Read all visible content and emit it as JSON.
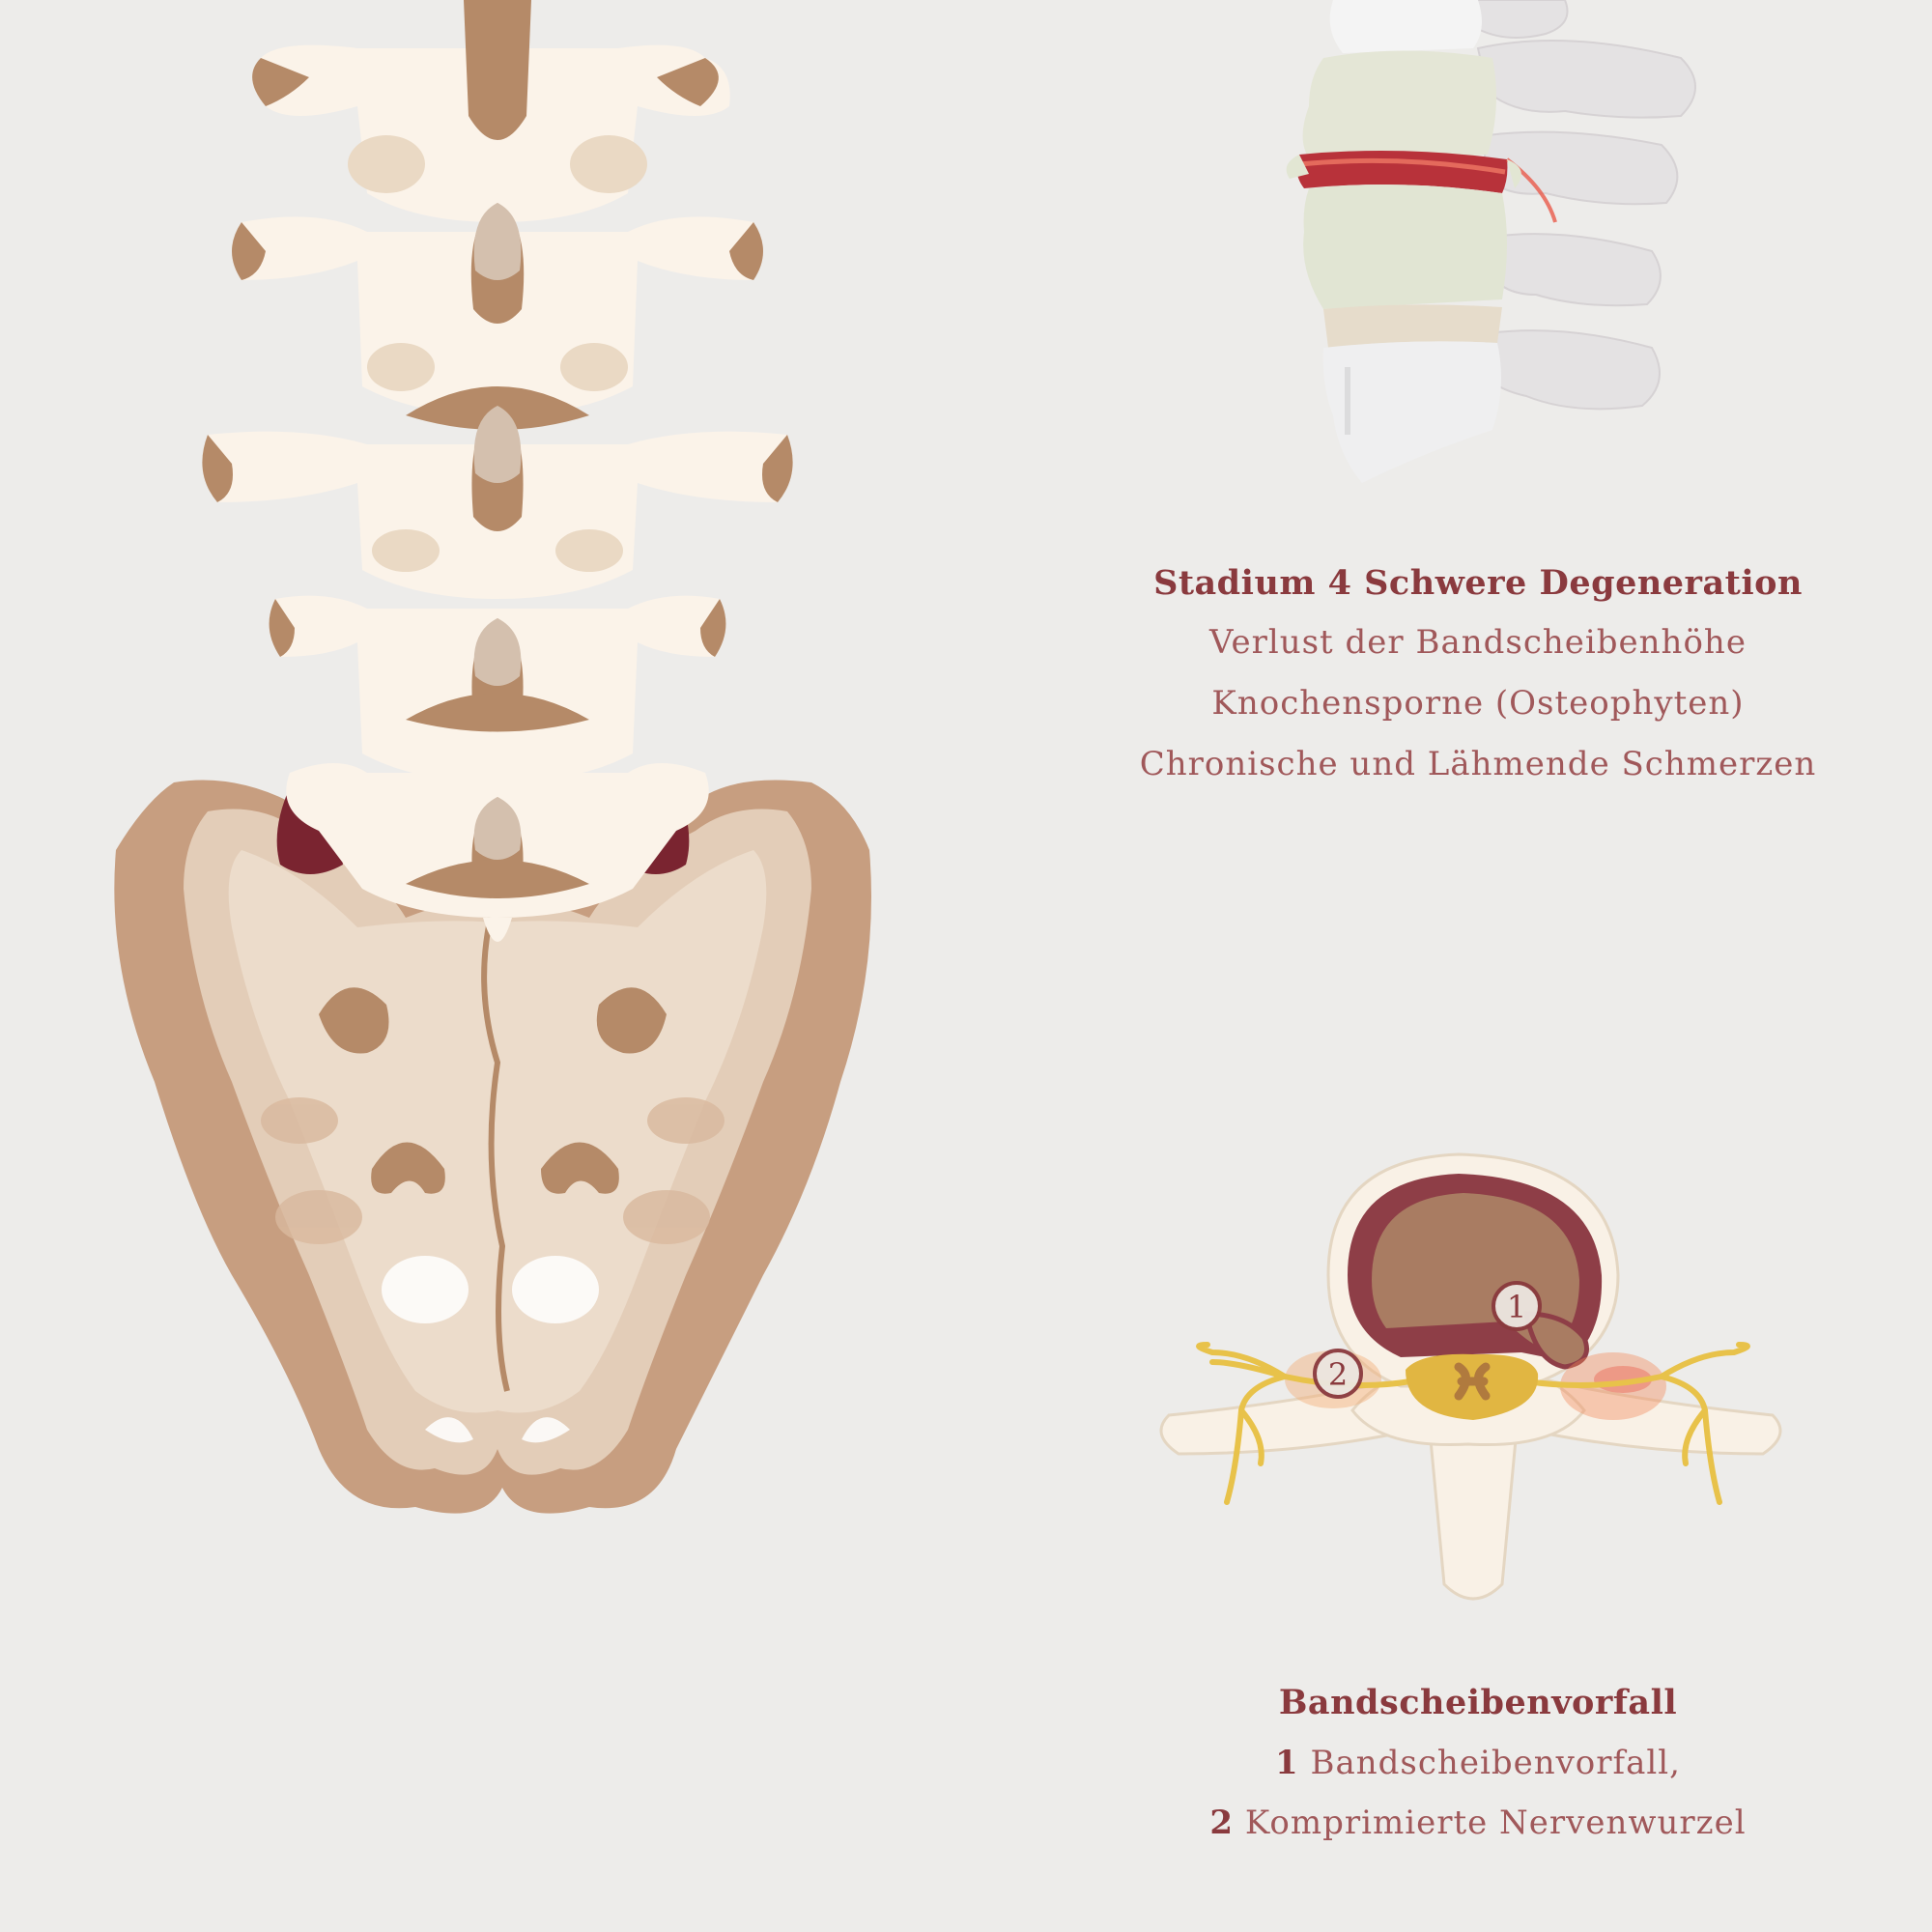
{
  "stage4": {
    "title": "Stadium 4 Schwere Degeneration",
    "lines": [
      "Verlust der Bandscheibenhöhe",
      "Knochensporne (Osteophyten)",
      "Chronische und Lähmende Schmerzen"
    ]
  },
  "herniation": {
    "title": "Bandscheibenvorfall",
    "items": [
      {
        "number": "1",
        "text": "Bandscheibenvorfall,"
      },
      {
        "number": "2",
        "text": "Komprimierte Nervenwurzel"
      }
    ],
    "markers": [
      "1",
      "2"
    ]
  },
  "colors": {
    "background": "#edecea",
    "bone_light": "#fbf3e9",
    "bone_shadow": "#e6d8c6",
    "bone_dark": "#b58a68",
    "sacrum": "#e3cdb8",
    "sacrum_edge": "#c79e80",
    "inflamed_joint": "#7a2430",
    "text_title": "#8a3a3e",
    "text_body": "#a0585a",
    "nerve": "#e8c24a",
    "disc_nucleus": "#a97c62",
    "disc_annulus": "#8e3e47"
  }
}
